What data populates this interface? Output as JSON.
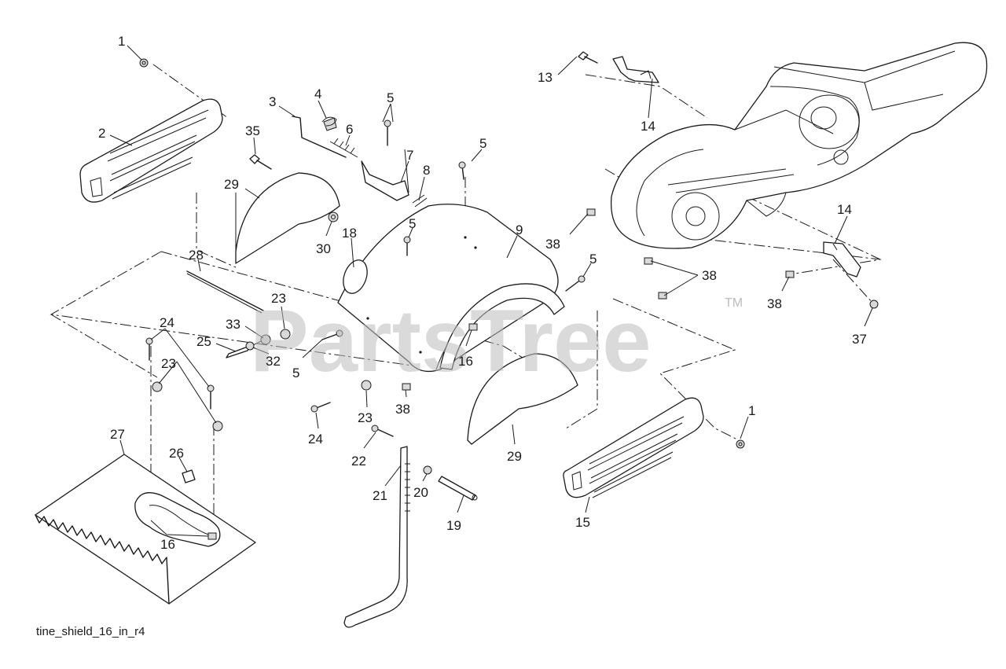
{
  "watermark": {
    "brand": "PartsTree",
    "trademark": "TM"
  },
  "caption": "tine_shield_16_in_r4",
  "callouts": [
    {
      "id": "c1a",
      "label": "1"
    },
    {
      "id": "c2",
      "label": "2"
    },
    {
      "id": "c3",
      "label": "3"
    },
    {
      "id": "c4",
      "label": "4"
    },
    {
      "id": "c5a",
      "label": "5"
    },
    {
      "id": "c6",
      "label": "6"
    },
    {
      "id": "c7",
      "label": "7"
    },
    {
      "id": "c8",
      "label": "8"
    },
    {
      "id": "c5b",
      "label": "5"
    },
    {
      "id": "c35",
      "label": "35"
    },
    {
      "id": "c29a",
      "label": "29"
    },
    {
      "id": "c30",
      "label": "30"
    },
    {
      "id": "c18",
      "label": "18"
    },
    {
      "id": "c5c",
      "label": "5"
    },
    {
      "id": "c9",
      "label": "9"
    },
    {
      "id": "c13",
      "label": "13"
    },
    {
      "id": "c14a",
      "label": "14"
    },
    {
      "id": "c38a",
      "label": "38"
    },
    {
      "id": "c5d",
      "label": "5"
    },
    {
      "id": "c38b",
      "label": "38"
    },
    {
      "id": "c14b",
      "label": "14"
    },
    {
      "id": "c38c",
      "label": "38"
    },
    {
      "id": "c37",
      "label": "37"
    },
    {
      "id": "c28",
      "label": "28"
    },
    {
      "id": "c23a",
      "label": "23"
    },
    {
      "id": "c33",
      "label": "33"
    },
    {
      "id": "c24a",
      "label": "24"
    },
    {
      "id": "c25",
      "label": "25"
    },
    {
      "id": "c32",
      "label": "32"
    },
    {
      "id": "c23b",
      "label": "23"
    },
    {
      "id": "c5e",
      "label": "5"
    },
    {
      "id": "c16a",
      "label": "16"
    },
    {
      "id": "c38d",
      "label": "38"
    },
    {
      "id": "c23c",
      "label": "23"
    },
    {
      "id": "c24b",
      "label": "24"
    },
    {
      "id": "c22",
      "label": "22"
    },
    {
      "id": "c29b",
      "label": "29"
    },
    {
      "id": "c1b",
      "label": "1"
    },
    {
      "id": "c27",
      "label": "27"
    },
    {
      "id": "c26",
      "label": "26"
    },
    {
      "id": "c21",
      "label": "21"
    },
    {
      "id": "c20",
      "label": "20"
    },
    {
      "id": "c19",
      "label": "19"
    },
    {
      "id": "c15",
      "label": "15"
    },
    {
      "id": "c16b",
      "label": "16"
    }
  ]
}
